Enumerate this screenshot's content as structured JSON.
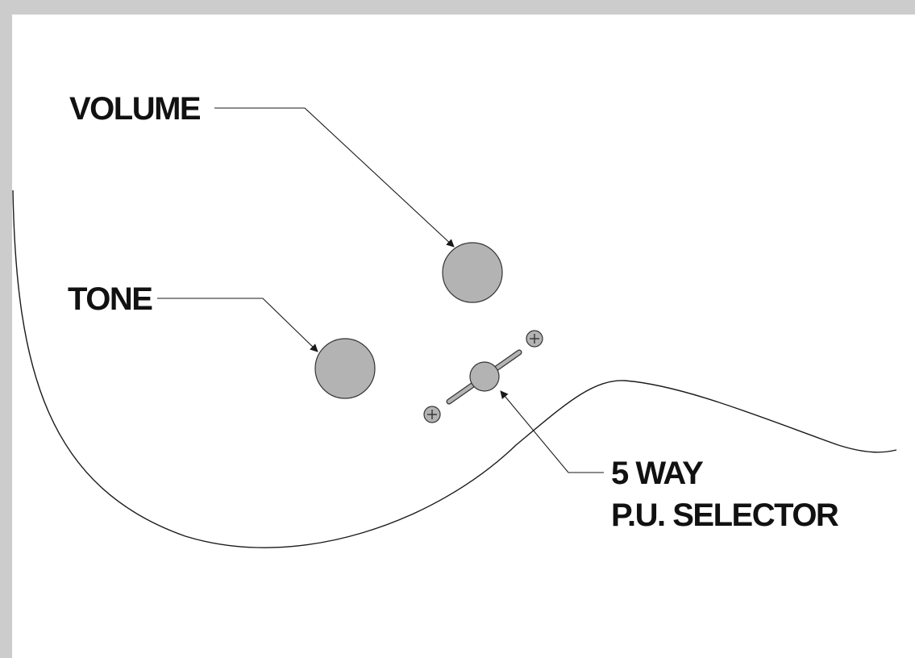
{
  "labels": {
    "volume": "VOLUME",
    "tone": "TONE",
    "selector_line1": "5 WAY",
    "selector_line2": "P.U. SELECTOR"
  },
  "colors": {
    "frame": "#cccccc",
    "panel": "#ffffff",
    "knob_fill": "#b3b3b3",
    "line": "#1a1a1a",
    "text": "#111111"
  },
  "icons": {
    "volume_knob": "knob-icon",
    "tone_knob": "knob-icon",
    "selector_switch": "switch-lever-icon",
    "mount_screws": "screw-icon"
  }
}
